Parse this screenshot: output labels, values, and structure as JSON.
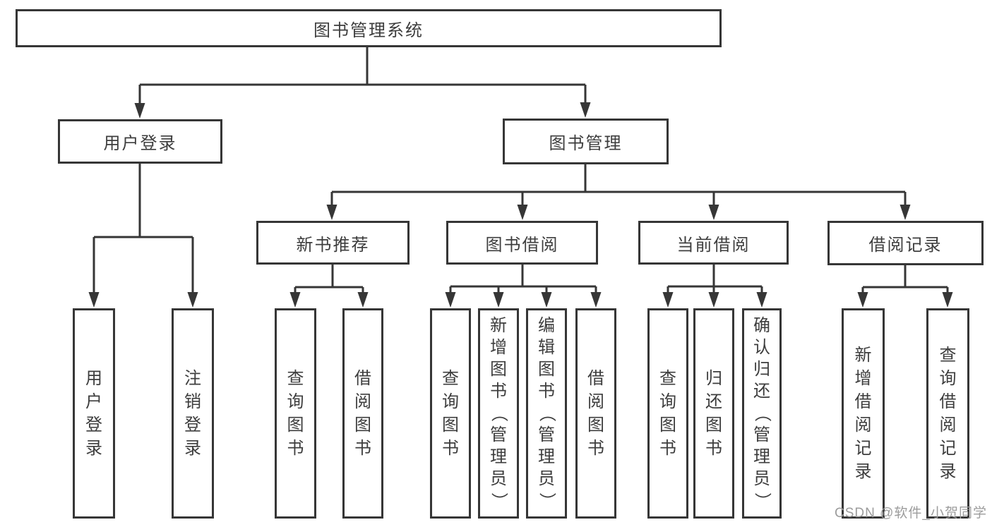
{
  "colors": {
    "line": "#363636",
    "text": "#3d3d3d",
    "box_background": "#ffffff",
    "watermark": "#9c9c9c"
  },
  "watermark": {
    "text": "CSDN @软件_小贺同学"
  },
  "tree": {
    "root": {
      "label": "图书管理系统",
      "children": [
        {
          "label": "用户登录",
          "children": [
            {
              "label": "用户登录"
            },
            {
              "label": "注销登录"
            }
          ]
        },
        {
          "label": "图书管理",
          "children": [
            {
              "label": "新书推荐",
              "children": [
                {
                  "label": "查询图书"
                },
                {
                  "label": "借阅图书"
                }
              ]
            },
            {
              "label": "图书借阅",
              "children": [
                {
                  "label": "查询图书"
                },
                {
                  "label": "新增图书（管理员）"
                },
                {
                  "label": "编辑图书（管理员）"
                },
                {
                  "label": "借阅图书"
                }
              ]
            },
            {
              "label": "当前借阅",
              "children": [
                {
                  "label": "查询图书"
                },
                {
                  "label": "归还图书"
                },
                {
                  "label": "确认归还（管理员）"
                }
              ]
            },
            {
              "label": "借阅记录",
              "children": [
                {
                  "label": "新增借阅记录"
                },
                {
                  "label": "查询借阅记录"
                }
              ]
            }
          ]
        }
      ]
    }
  }
}
